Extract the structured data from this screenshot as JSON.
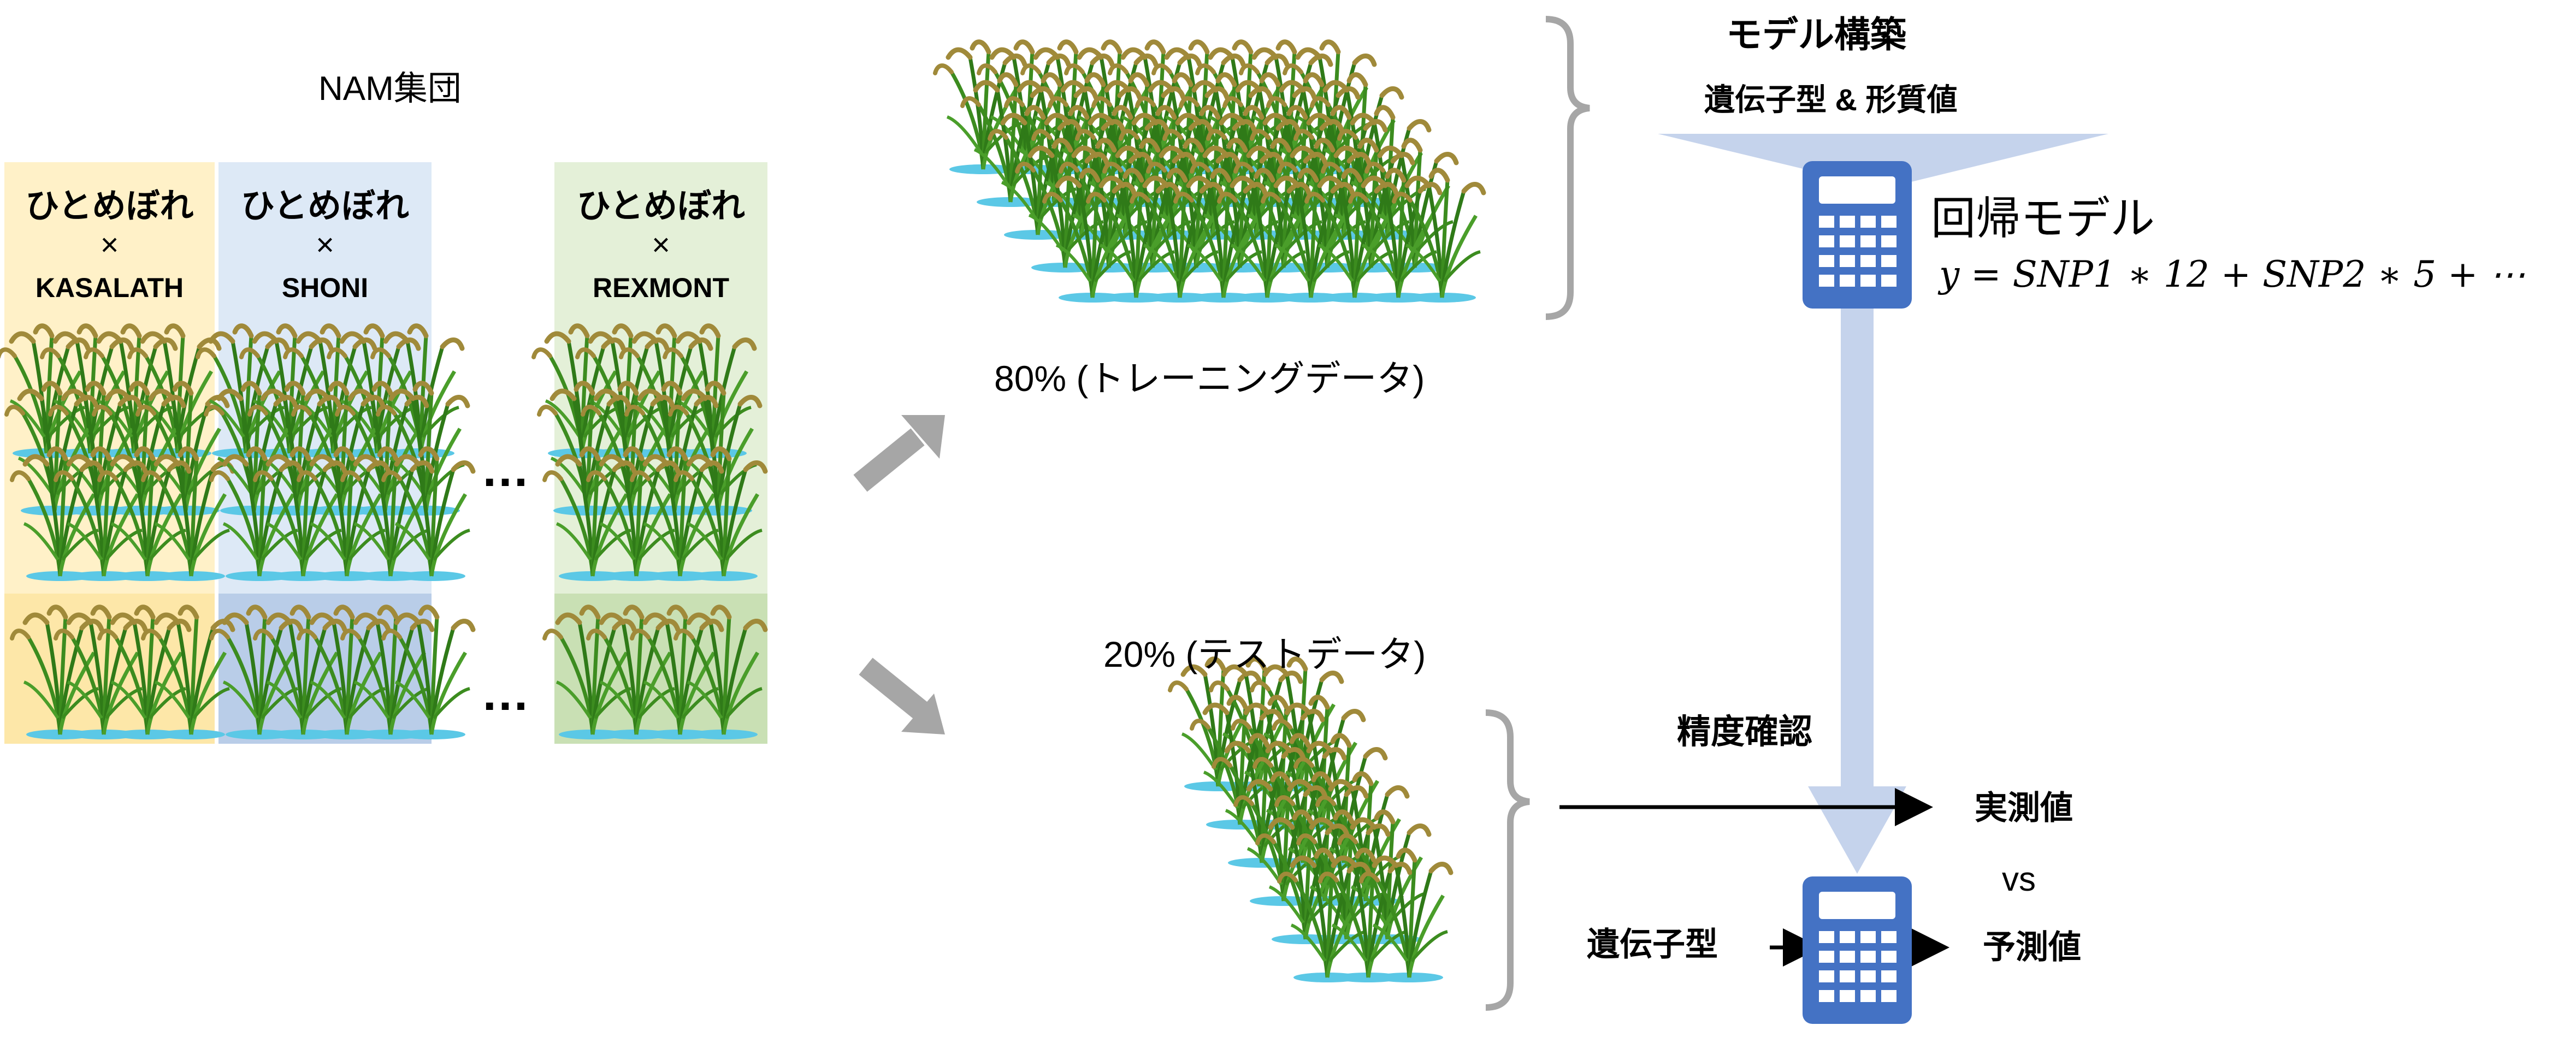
{
  "nam_title": "NAM集団",
  "populations": [
    {
      "parent": "ひとめぼれ",
      "cross": "×",
      "donor": "KASALATH",
      "bg": "#fff1c8",
      "bg_test": "#fde7a8"
    },
    {
      "parent": "ひとめぼれ",
      "cross": "×",
      "donor": "SHONI",
      "bg": "#dde9f6",
      "bg_test": "#b9cde8"
    },
    {
      "parent": "ひとめぼれ",
      "cross": "×",
      "donor": "REXMONT",
      "bg": "#e4f0d8",
      "bg_test": "#c9e0b4"
    }
  ],
  "ellipsis": "…",
  "train_label": "80% (トレーニングデータ)",
  "test_label": "20% (テストデータ)",
  "model_build": "モデル構築",
  "geno_pheno": "遺伝子型 & 形質値",
  "regression_model": "回帰モデル",
  "formula": "y = SNP1 ∗ 12 + SNP2 ∗ 5 + ⋯",
  "accuracy_check": "精度確認",
  "observed": "実測値",
  "vs": "vs",
  "predicted": "予測値",
  "genotype": "遺伝子型",
  "colors": {
    "calculator": "#4472c4",
    "funnel": "#c5d3ec",
    "arrow_gray": "#a6a6a6",
    "bracket": "#a6a6a6",
    "leaf": "#3c8c1f",
    "grain": "#a08a3a",
    "water": "#5bc8e6"
  }
}
